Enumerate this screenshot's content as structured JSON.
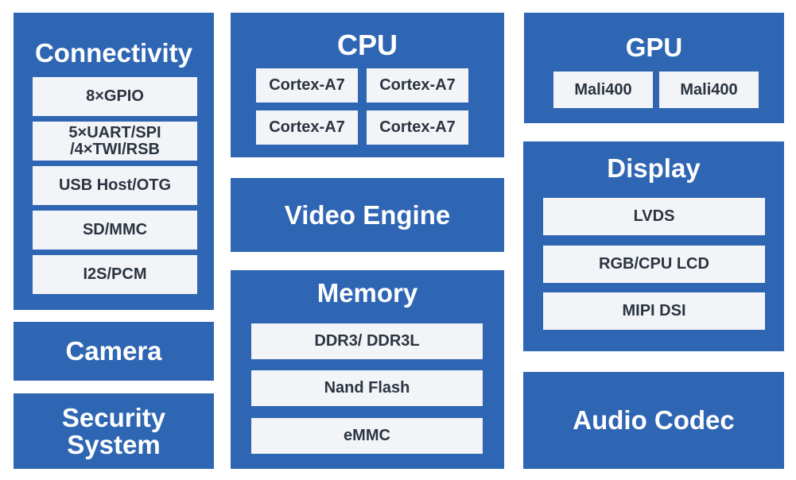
{
  "connectivity": {
    "title": "Connectivity",
    "items": [
      "8×GPIO",
      "5×UART/SPI\n/4×TWI/RSB",
      "USB Host/OTG",
      "SD/MMC",
      "I2S/PCM"
    ]
  },
  "camera": {
    "title": "Camera"
  },
  "security": {
    "title": "Security\nSystem"
  },
  "cpu": {
    "title": "CPU",
    "cores": [
      "Cortex-A7",
      "Cortex-A7",
      "Cortex-A7",
      "Cortex-A7"
    ]
  },
  "video_engine": {
    "title": "Video Engine"
  },
  "memory": {
    "title": "Memory",
    "items": [
      "DDR3/ DDR3L",
      "Nand Flash",
      "eMMC"
    ]
  },
  "gpu": {
    "title": "GPU",
    "items": [
      "Mali400",
      "Mali400"
    ]
  },
  "display": {
    "title": "Display",
    "items": [
      "LVDS",
      "RGB/CPU LCD",
      "MIPI DSI"
    ]
  },
  "audio_codec": {
    "title": "Audio Codec"
  },
  "colors": {
    "block": "#2f66b3",
    "chip": "#f2f4f7",
    "chip_text": "#2b3440",
    "title_text": "#ffffff"
  }
}
